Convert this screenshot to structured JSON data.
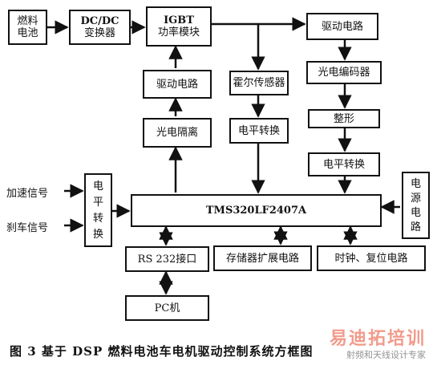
{
  "blocks": {
    "fuel_cell": [
      "燃料",
      "电池"
    ],
    "dcdc": [
      "DC/DC",
      "变换器"
    ],
    "igbt": [
      "IGBT",
      "功率模块"
    ],
    "drive_top": "驱动电路",
    "drive_left": "驱动电路",
    "opto_isolation": "光电隔离",
    "hall_sensor": "霍尔传感器",
    "level_shift_mid": "电平转换",
    "encoder": "光电编码器",
    "shaping": "整形",
    "level_shift_right": "电平转换",
    "level_shift_left": [
      "电",
      "平",
      "转",
      "换"
    ],
    "dsp": "TMS320LF2407A",
    "power_circuit": [
      "电",
      "源",
      "电",
      "路"
    ],
    "rs232": "RS 232接口",
    "memory_ext": "存储器扩展电路",
    "clock_reset": "时钟、复位电路",
    "pc": "PC机"
  },
  "inputs": {
    "accel_signal": "加速信号",
    "brake_signal": "刹车信号"
  },
  "caption": "图 3   基于 DSP 燃料电池车电机驱动控制系统方框图",
  "watermark": {
    "main": "易迪拓培训",
    "sub": "射频和天线设计专家"
  }
}
